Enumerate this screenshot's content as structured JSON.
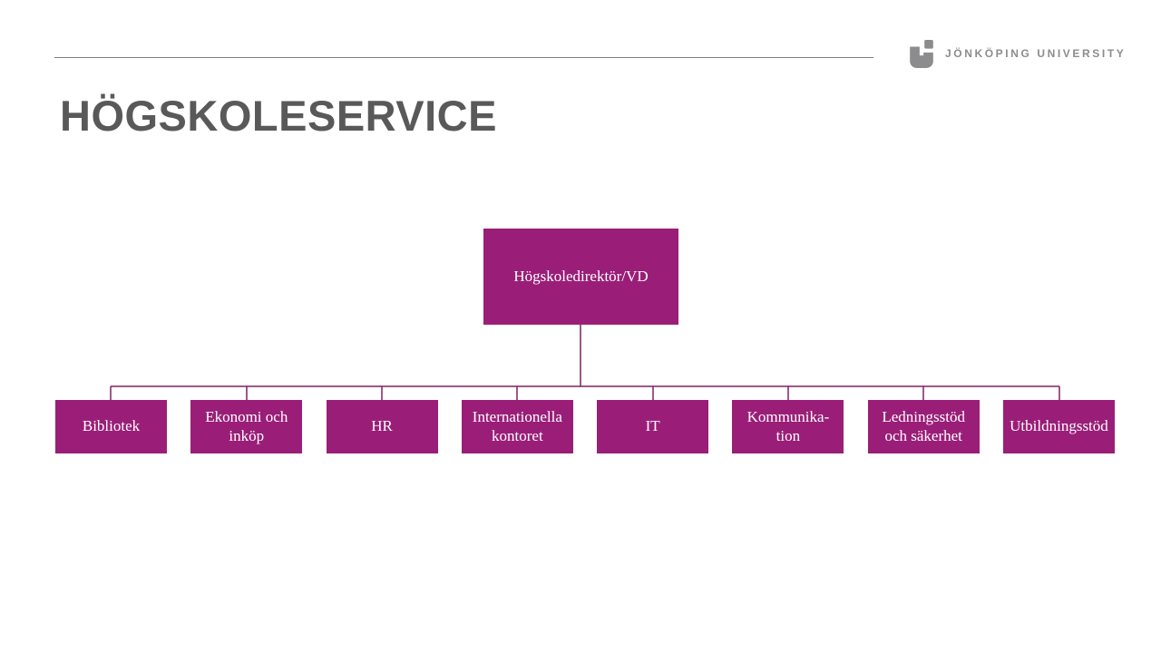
{
  "logo": {
    "icon": "ju-logo-mark",
    "text": "JÖNKÖPING UNIVERSITY"
  },
  "slide": {
    "title": "HÖGSKOLESERVICE"
  },
  "org_chart": {
    "root": {
      "label": "Högskoledirektör/VD"
    },
    "departments": [
      {
        "label": "Bibliotek"
      },
      {
        "label": "Ekonomi och inköp"
      },
      {
        "label": "HR"
      },
      {
        "label": "Internationella kontoret"
      },
      {
        "label": "IT"
      },
      {
        "label": "Kommunika-tion"
      },
      {
        "label": "Ledningsstöd och säkerhet"
      },
      {
        "label": "Utbildningsstöd"
      }
    ]
  },
  "colors": {
    "box_fill": "#9A1E78",
    "box_text": "#FFFFFF",
    "connector": "#7E2064",
    "title_text": "#595959",
    "logo_gray": "#8C8C8E",
    "divider": "#7F7F7F"
  }
}
